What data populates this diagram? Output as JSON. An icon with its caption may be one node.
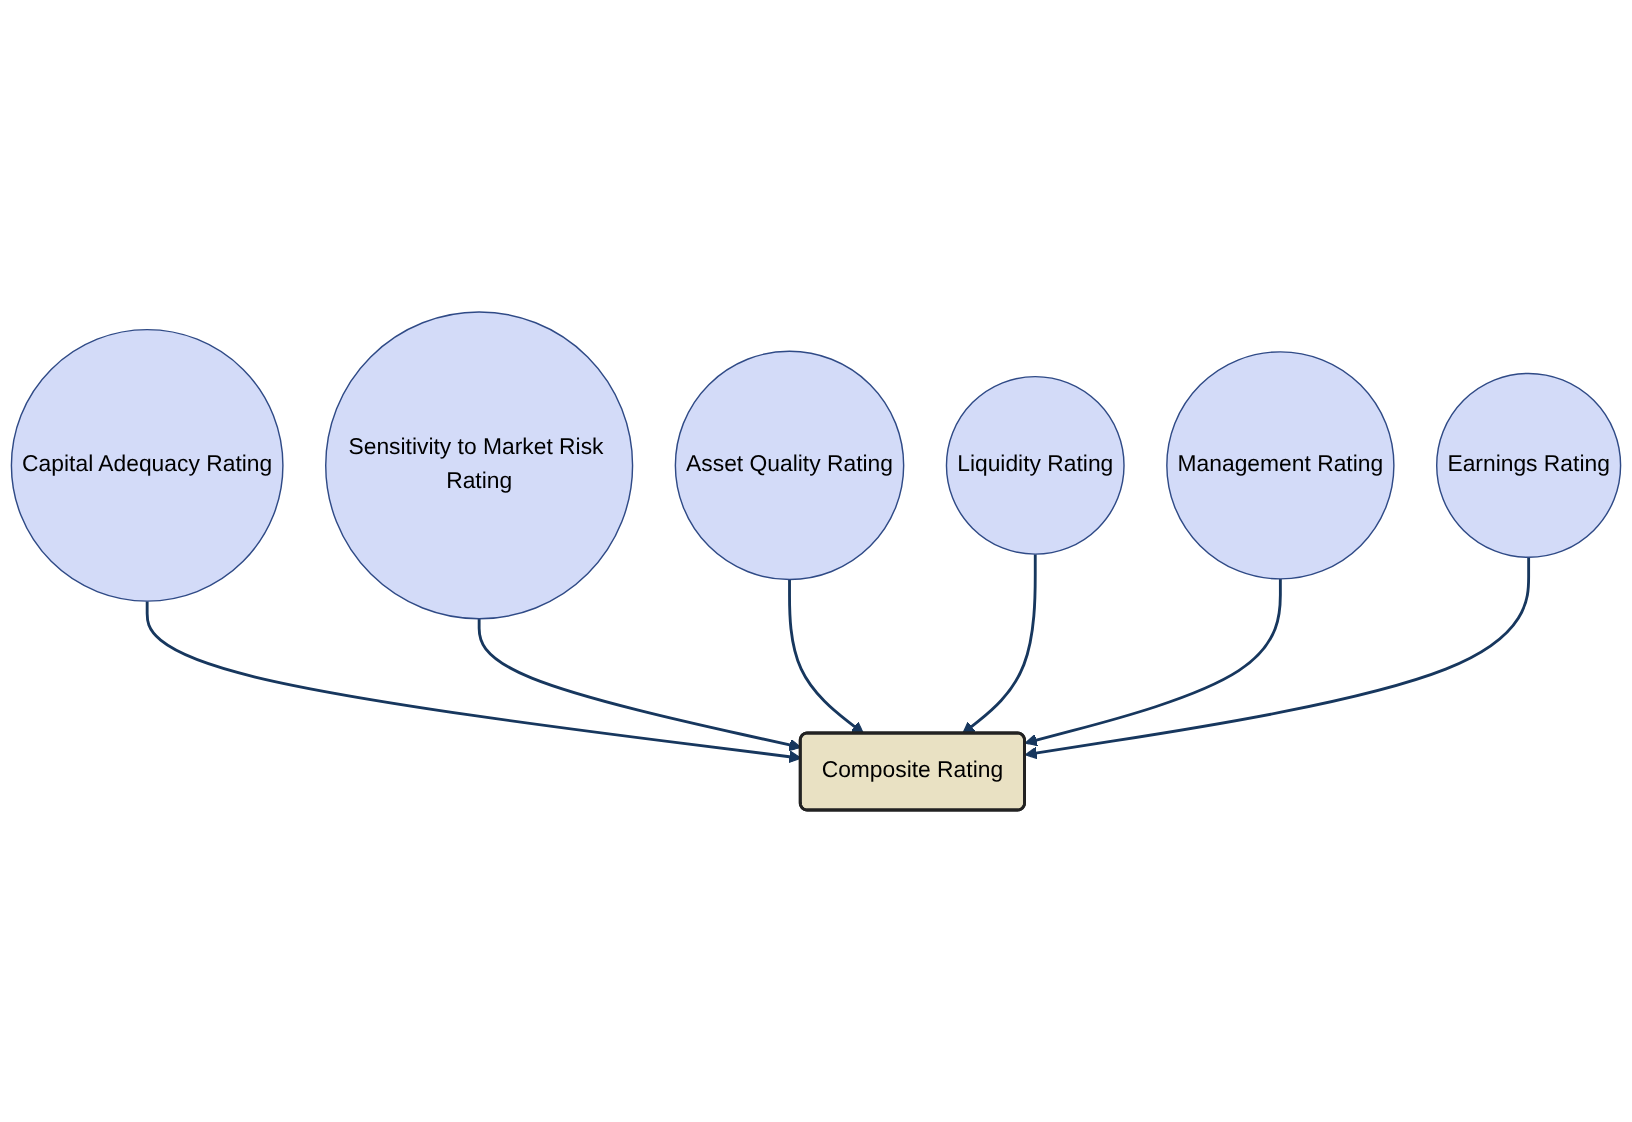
{
  "diagram": {
    "nodes": [
      {
        "text": [
          "Capital Adequacy Rating"
        ]
      },
      {
        "text": [
          "Sensitivity to Market Risk Rating"
        ]
      },
      {
        "text": [
          "Asset Quality Rating"
        ]
      },
      {
        "text": [
          "Composite Rating"
        ]
      },
      {
        "text": [
          "Liquidity Rating"
        ]
      },
      {
        "text": [
          "Management Rating"
        ]
      },
      {
        "text": [
          "Earnings Rating"
        ]
      }
    ],
    "edges": [
      {
        "from": 0,
        "to": 3,
        "arrow": "to"
      },
      {
        "from": 1,
        "to": 3,
        "arrow": "to"
      },
      {
        "from": 2,
        "to": 3,
        "arrow": "to"
      },
      {
        "from": 4,
        "to": 3,
        "arrow": "to"
      },
      {
        "from": 5,
        "to": 3,
        "arrow": "to"
      },
      {
        "from": 6,
        "to": 3,
        "arrow": "to"
      }
    ]
  }
}
